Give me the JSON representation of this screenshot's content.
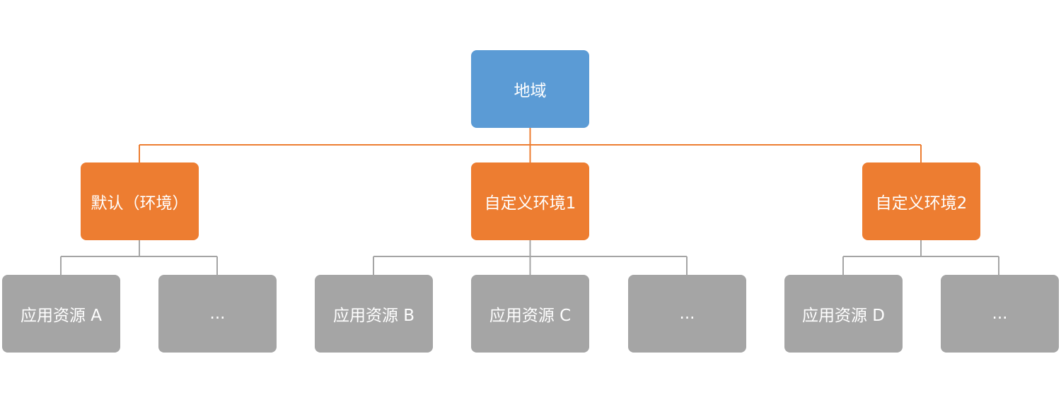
{
  "colors": {
    "root": "#5b9bd5",
    "environment": "#ed7d31",
    "resource": "#a5a5a5",
    "env_connector": "#ed7d31",
    "resource_connector": "#a5a5a5"
  },
  "root": {
    "label": "地域"
  },
  "environments": [
    {
      "label": "默认（环境）"
    },
    {
      "label": "自定义环境1"
    },
    {
      "label": "自定义环境2"
    }
  ],
  "resources": [
    {
      "label": "应用资源 A"
    },
    {
      "label": "..."
    },
    {
      "label": "应用资源 B"
    },
    {
      "label": "应用资源 C"
    },
    {
      "label": "..."
    },
    {
      "label": "应用资源 D"
    },
    {
      "label": "..."
    }
  ]
}
